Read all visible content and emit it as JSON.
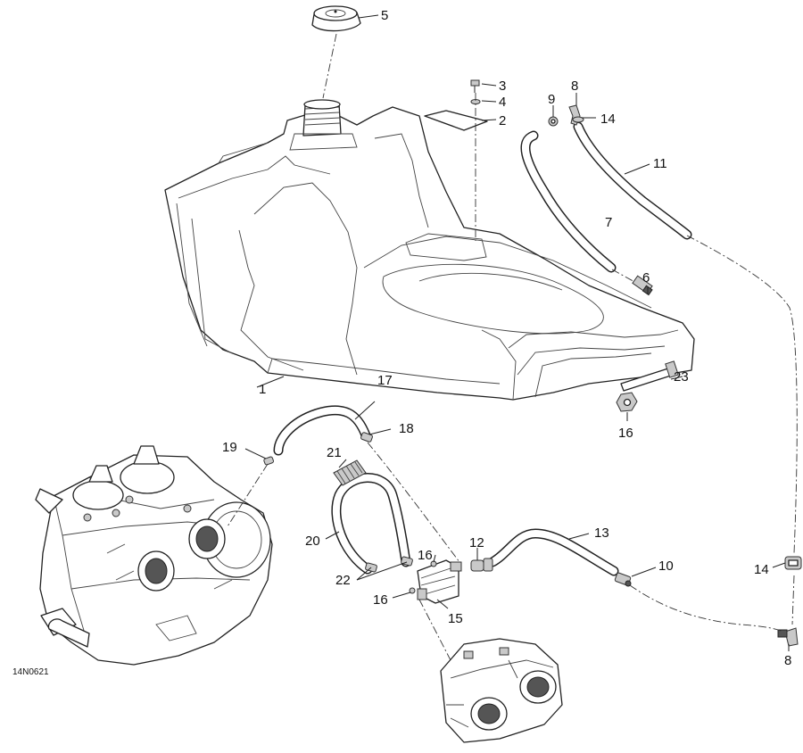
{
  "diagram_ref": "14N0621",
  "callouts": {
    "c1": "1",
    "c2": "2",
    "c3": "3",
    "c4": "4",
    "c5": "5",
    "c6": "6",
    "c7": "7",
    "c8_top": "8",
    "c8_bottom": "8",
    "c9": "9",
    "c10": "10",
    "c11": "11",
    "c12": "12",
    "c13": "13",
    "c14_top": "14",
    "c14_right": "14",
    "c15": "15",
    "c16_upper": "16",
    "c16_lower": "16",
    "c16_right": "16",
    "c17": "17",
    "c18": "18",
    "c19": "19",
    "c20": "20",
    "c21": "21",
    "c22": "22",
    "c23": "23"
  }
}
